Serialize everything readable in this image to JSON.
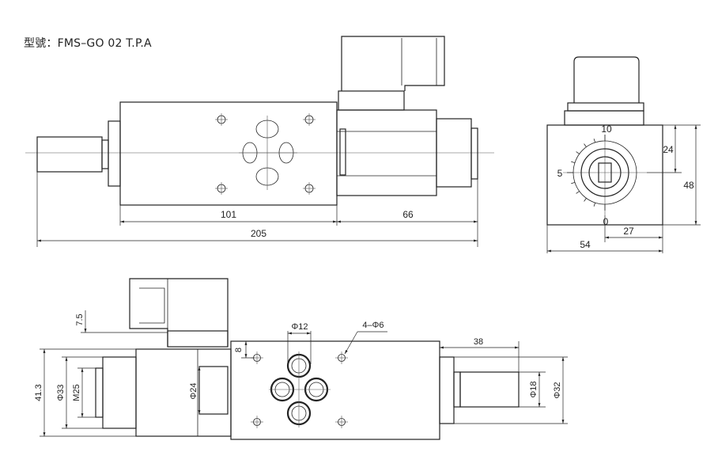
{
  "title": "型號：FMS–GO 02 T.P.A",
  "dimensions": {
    "front_body": "101",
    "front_coil": "66",
    "front_total": "205",
    "side_height": "48",
    "side_half_height": "24",
    "side_width": "54",
    "side_half_width": "27",
    "bottom_screw": "7.5",
    "bottom_bolt": "Φ12",
    "bottom_holes": "4–Φ6",
    "bottom_edge": "8",
    "bottom_length": "38",
    "bottom_height": "41.3",
    "bottom_d33": "Φ33",
    "bottom_thread": "M25",
    "bottom_d24": "Φ24",
    "bottom_d18": "Φ18",
    "bottom_d32": "Φ32"
  },
  "dial": {
    "top": "10",
    "left": "5",
    "bottom": "0"
  }
}
